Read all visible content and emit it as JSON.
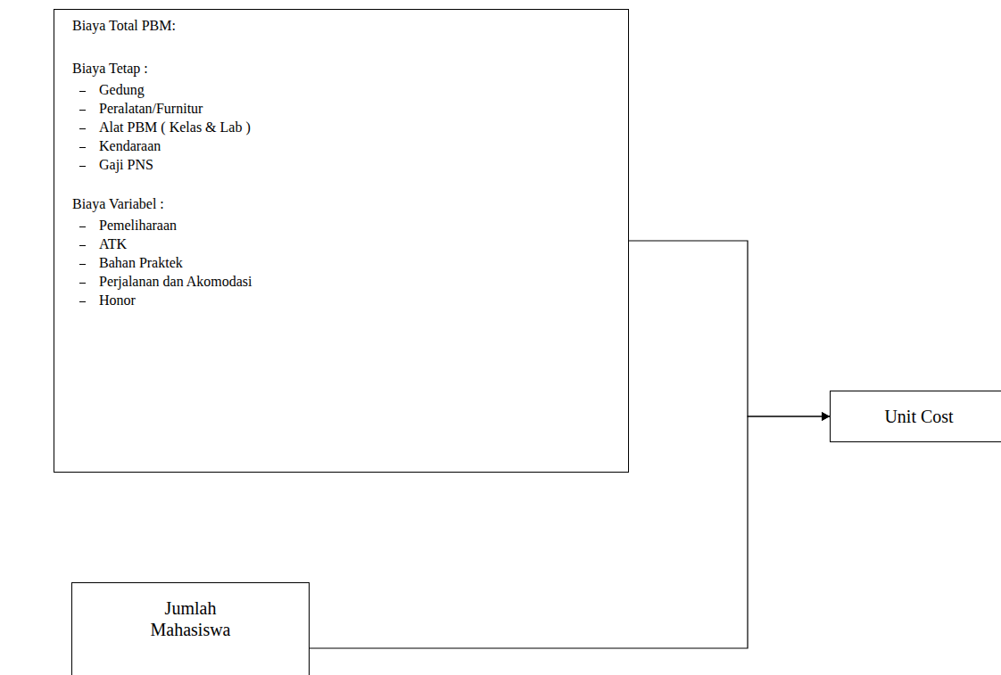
{
  "diagram": {
    "nodes": [
      {
        "text": [
          "Biaya Total PBM:",
          "Biaya Tetap :",
          "Gedung",
          "Peralatan/Furnitur",
          "Alat PBM ( Kelas & Lab )",
          "Kendaraan",
          "Gaji PNS",
          "Biaya Variabel :",
          "Pemeliharaan",
          "ATK",
          "Bahan Praktek",
          "Perjalanan dan Akomodasi",
          "Honor"
        ]
      },
      {
        "text": [
          "Unit Cost"
        ]
      },
      {
        "text": [
          "Jumlah Mahasiswa"
        ]
      }
    ],
    "edges": [
      {
        "from": 0,
        "to": 1,
        "arrow": "to"
      },
      {
        "from": 2,
        "to": 1,
        "arrow": "to"
      }
    ]
  }
}
